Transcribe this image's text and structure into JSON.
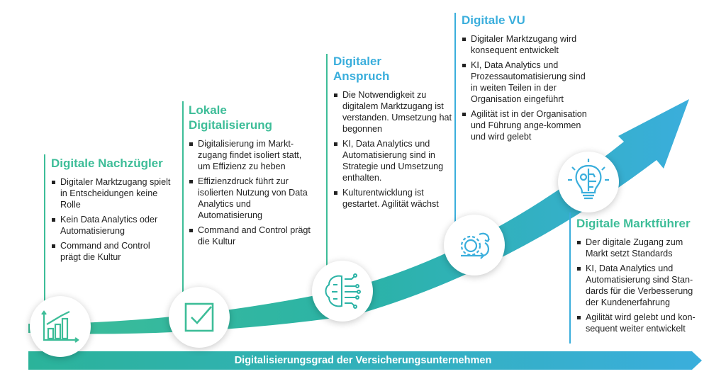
{
  "colors": {
    "green": "#3dbd98",
    "teal": "#2bb3a6",
    "blue": "#3aaedc"
  },
  "stages": [
    {
      "title": "Digitale Nachzügler",
      "bullets": [
        "Digitaler Marktzugang spielt in Entscheidungen keine Rolle",
        "Kein Data Analytics oder Automatisierung",
        "Command and Control prägt die Kultur"
      ],
      "icon": "bar-chart-icon"
    },
    {
      "title_lines": [
        "Lokale",
        "Digitalisierung"
      ],
      "bullets": [
        "Digitalisierung im Markt-zugang findet isoliert statt, um Effizienz zu heben",
        "Effizienzdruck führt zur isolierten Nutzung von Data Analytics und Automatisierung",
        "Command and Control prägt die Kultur"
      ],
      "icon": "checkbox-icon"
    },
    {
      "title_lines": [
        "Digitaler",
        "Anspruch"
      ],
      "bullets": [
        "Die Notwendigkeit zu digitalem Marktzugang ist verstanden. Umsetzung hat begonnen",
        "KI, Data Analytics und Automatisierung sind in Strategie und Umsetzung enthalten.",
        "Kulturentwicklung ist gestartet. Agilität wächst"
      ],
      "icon": "brain-circuit-icon"
    },
    {
      "title": "Digitale VU",
      "bullets": [
        "Digitaler Marktzugang wird konsequent entwickelt",
        "KI, Data Analytics und Prozessautomatisierung sind in weiten Teilen in der Organisation eingeführt",
        "Agilität ist in der Organisation und Führung ange-kommen und wird gelebt"
      ],
      "icon": "gear-cycle-icon"
    },
    {
      "title": "Digitale Marktführer",
      "bullets": [
        "Der digitale Zugang zum Markt setzt Standards",
        "KI, Data Analytics und Automatisierung sind Stan-dards für die Verbesserung der Kundenerfahrung",
        "Agilität wird gelebt und kon-sequent weiter entwickelt"
      ],
      "icon": "lightbulb-icon"
    }
  ],
  "axis": {
    "label": "Digitalisierungsgrad der Versicherungsunternehmen"
  }
}
